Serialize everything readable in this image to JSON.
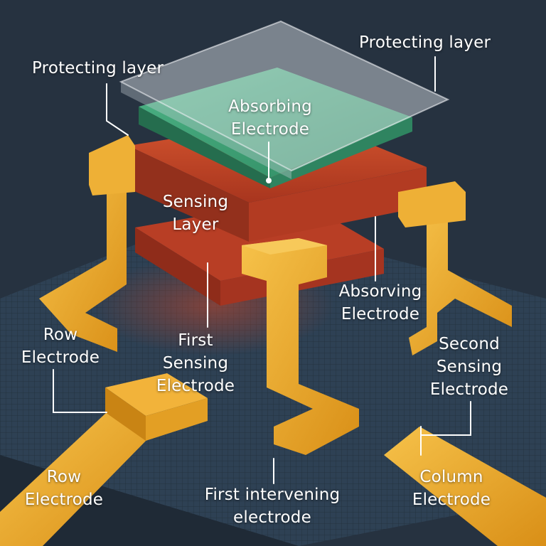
{
  "colors": {
    "background": "#2b3848",
    "board": "#2f4255",
    "gold": "#e5a021",
    "gold_light": "#f4c04a",
    "red_layer": "#c4452a",
    "green_layer": "#3f9f74",
    "glass": "#d8dde2",
    "leader": "#ffffff"
  },
  "labels": {
    "protecting_layer_right": [
      "Protecting layer"
    ],
    "protecting_layer_left": [
      "Protecting layer"
    ],
    "absorbing_electrode": [
      "Absorbing",
      "Electrode"
    ],
    "sensing_layer": [
      "Sensing",
      "Layer"
    ],
    "absorving_electrode": [
      "Absorving",
      "Electrode"
    ],
    "row_electrode_upper": [
      "Row",
      "Electrode"
    ],
    "first_sensing_electrode": [
      "First",
      "Sensing",
      "Electrode"
    ],
    "second_sensing_electrode": [
      "Second",
      "Sensing",
      "Electrode"
    ],
    "row_electrode_lower": [
      "Row",
      "Electrode"
    ],
    "first_intervening_electrode": [
      "First intervening",
      "electrode"
    ],
    "column_electrode": [
      "Column",
      "Electrode"
    ]
  }
}
